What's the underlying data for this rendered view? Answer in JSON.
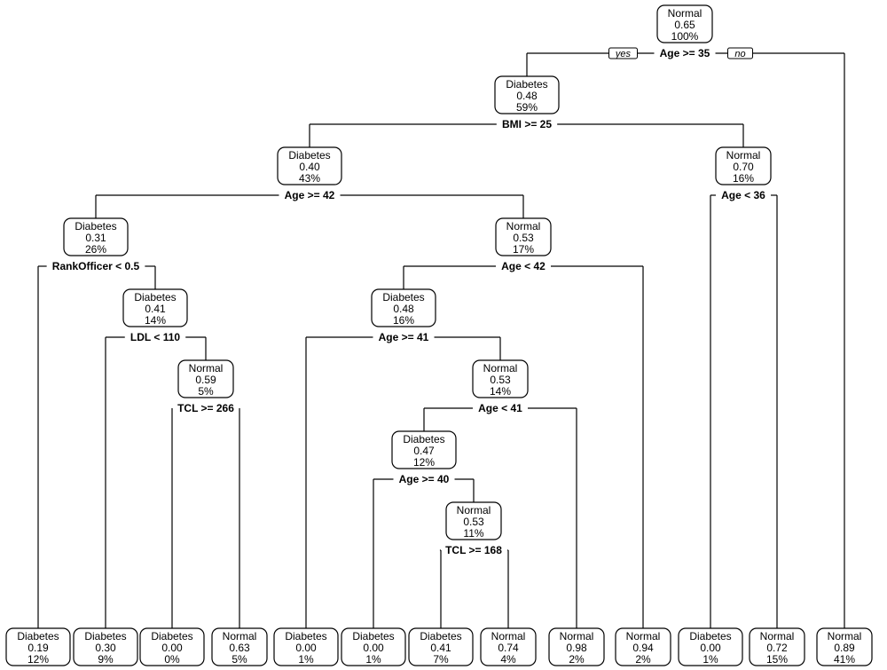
{
  "branch_labels": {
    "yes": "yes",
    "no": "no"
  },
  "nodes": {
    "root": {
      "class": "Normal",
      "prob": "0.65",
      "pct": "100%",
      "split": "Age >= 35"
    },
    "n2": {
      "class": "Diabetes",
      "prob": "0.48",
      "pct": "59%",
      "split": "BMI >= 25"
    },
    "n4": {
      "class": "Diabetes",
      "prob": "0.40",
      "pct": "43%",
      "split": "Age >= 42"
    },
    "n5": {
      "class": "Normal",
      "prob": "0.70",
      "pct": "16%",
      "split": "Age < 36"
    },
    "n8": {
      "class": "Diabetes",
      "prob": "0.31",
      "pct": "26%",
      "split": "RankOfficer < 0.5"
    },
    "n9": {
      "class": "Normal",
      "prob": "0.53",
      "pct": "17%",
      "split": "Age < 42"
    },
    "n17": {
      "class": "Diabetes",
      "prob": "0.41",
      "pct": "14%",
      "split": "LDL < 110"
    },
    "n18": {
      "class": "Diabetes",
      "prob": "0.48",
      "pct": "16%",
      "split": "Age >= 41"
    },
    "n35": {
      "class": "Normal",
      "prob": "0.59",
      "pct": "5%",
      "split": "TCL >= 266"
    },
    "n37": {
      "class": "Normal",
      "prob": "0.53",
      "pct": "14%",
      "split": "Age < 41"
    },
    "n74": {
      "class": "Diabetes",
      "prob": "0.47",
      "pct": "12%",
      "split": "Age >= 40"
    },
    "n149": {
      "class": "Normal",
      "prob": "0.53",
      "pct": "11%",
      "split": "TCL >= 168"
    },
    "L1": {
      "class": "Diabetes",
      "prob": "0.19",
      "pct": "12%"
    },
    "L2": {
      "class": "Diabetes",
      "prob": "0.30",
      "pct": "9%"
    },
    "L3": {
      "class": "Diabetes",
      "prob": "0.00",
      "pct": "0%"
    },
    "L4": {
      "class": "Normal",
      "prob": "0.63",
      "pct": "5%"
    },
    "L5": {
      "class": "Diabetes",
      "prob": "0.00",
      "pct": "1%"
    },
    "L6": {
      "class": "Diabetes",
      "prob": "0.00",
      "pct": "1%"
    },
    "L7": {
      "class": "Diabetes",
      "prob": "0.41",
      "pct": "7%"
    },
    "L8": {
      "class": "Normal",
      "prob": "0.74",
      "pct": "4%"
    },
    "L9": {
      "class": "Normal",
      "prob": "0.98",
      "pct": "2%"
    },
    "L10": {
      "class": "Normal",
      "prob": "0.94",
      "pct": "2%"
    },
    "L11": {
      "class": "Diabetes",
      "prob": "0.00",
      "pct": "1%"
    },
    "L12": {
      "class": "Normal",
      "prob": "0.72",
      "pct": "15%"
    },
    "L13": {
      "class": "Normal",
      "prob": "0.89",
      "pct": "41%"
    }
  }
}
